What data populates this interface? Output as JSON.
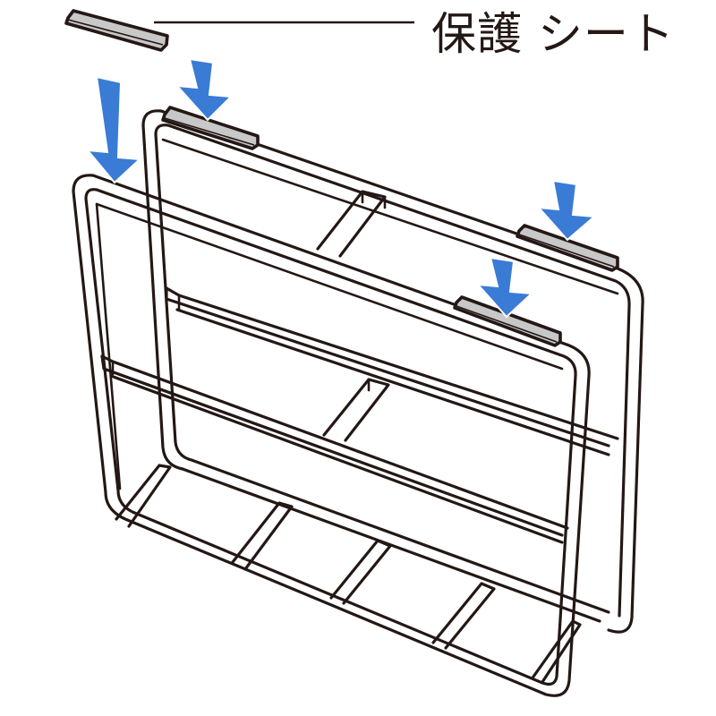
{
  "callout": {
    "label": "保護 シート",
    "meaning": "protective sheet"
  },
  "colors": {
    "arrow": "#3a7bd5",
    "line": "#231815",
    "sheet_fill": "#c8c8c8",
    "background": "#ffffff"
  },
  "figure": {
    "subject": "wire rack frame (two parallel frames with cross bars)",
    "arrows_count": 4,
    "sheets_count": 4
  }
}
